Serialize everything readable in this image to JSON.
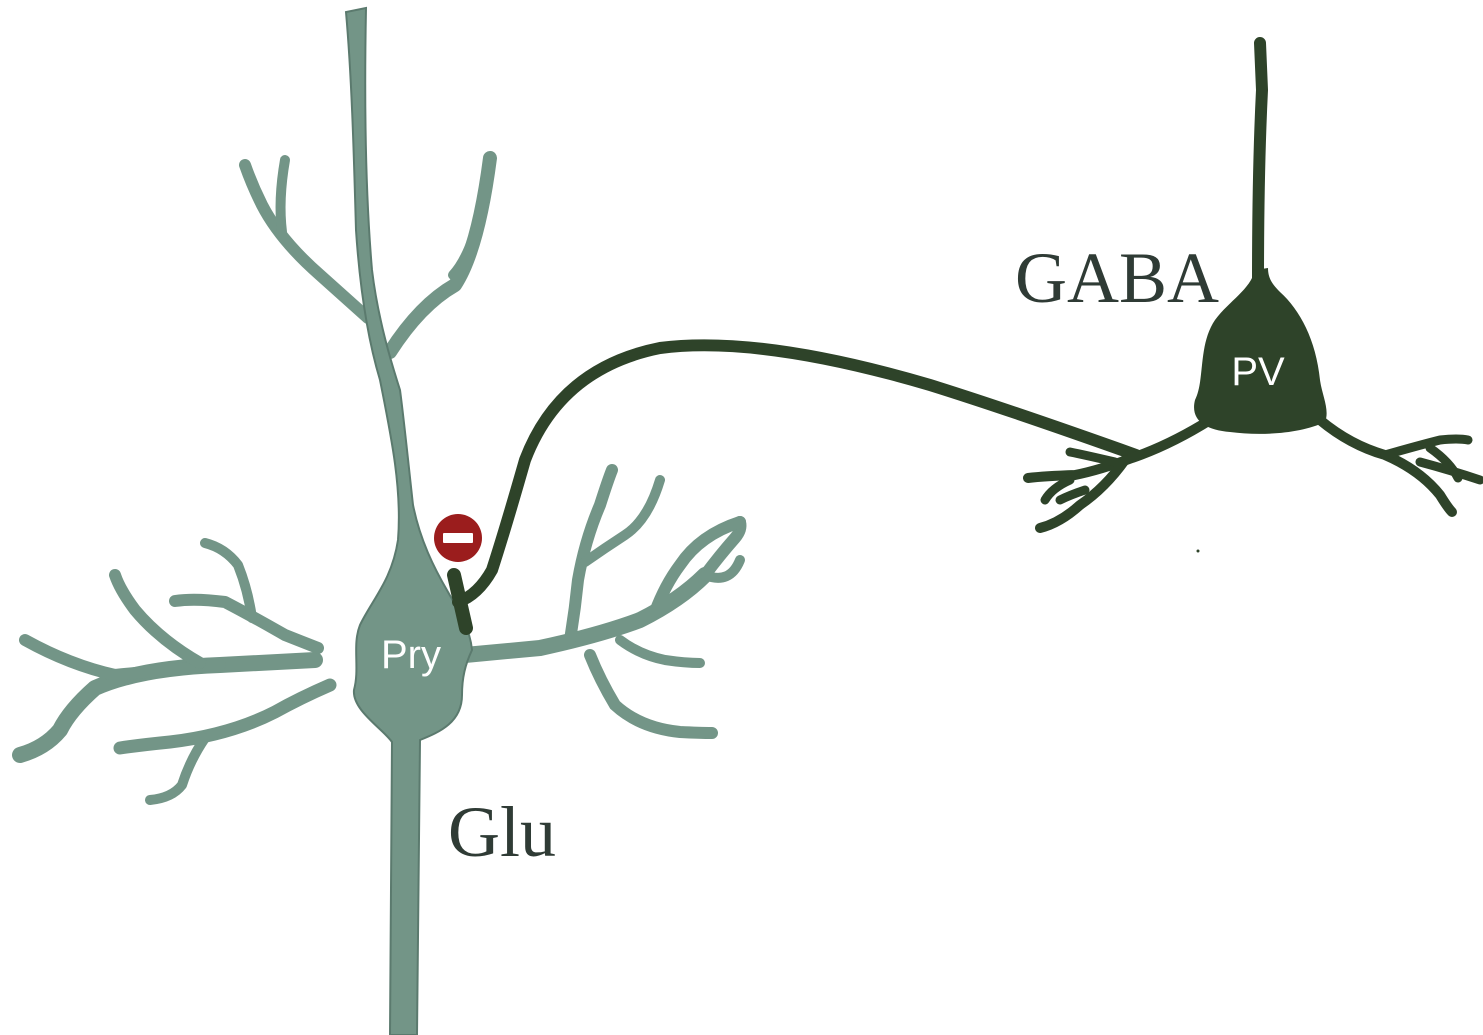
{
  "labels": {
    "pyramidal_cell": "Pry",
    "interneuron_cell": "PV",
    "pyramidal_transmitter": "Glu",
    "interneuron_transmitter": "GABA"
  },
  "colors": {
    "pyramidal_neuron": "#739587",
    "pyramidal_outline": "#5b7a6e",
    "pv_neuron": "#2e4329",
    "inhibition_symbol": "#9b1d1d",
    "transmitter_text": "#2f3b35",
    "background": "#ffffff"
  },
  "icons": {
    "inhibition": "minus-in-circle"
  }
}
